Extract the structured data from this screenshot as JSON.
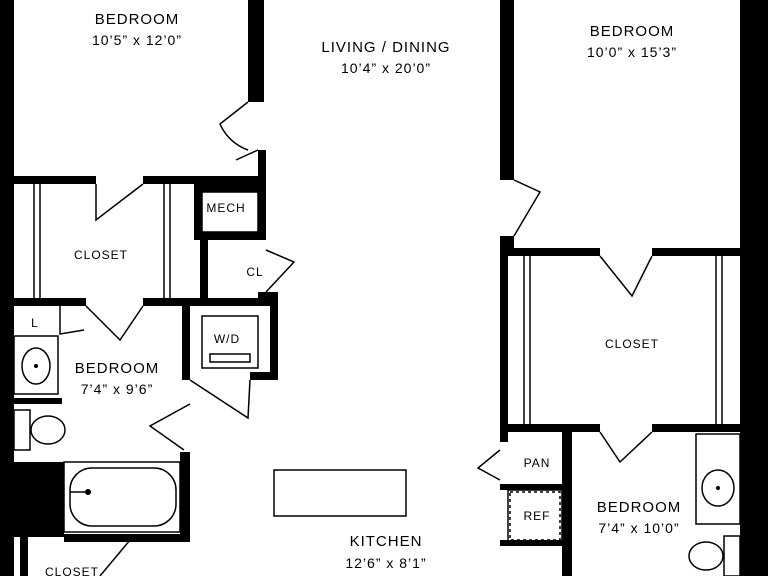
{
  "rooms": {
    "bedroom_tl": {
      "name": "BEDROOM",
      "dims": "10’5” x 12’0”"
    },
    "living": {
      "name": "LIVING / DINING",
      "dims": "10’4” x 20’0”"
    },
    "bedroom_tr": {
      "name": "BEDROOM",
      "dims": "10’0” x 15’3”"
    },
    "closet_left": {
      "name": "CLOSET"
    },
    "mech": {
      "name": "MECH"
    },
    "cl": {
      "name": "CL"
    },
    "l": {
      "name": "L"
    },
    "wd": {
      "name": "W/D"
    },
    "bedroom_ml": {
      "name": "BEDROOM",
      "dims": "7’4” x 9’6”"
    },
    "closet_right": {
      "name": "CLOSET"
    },
    "pan": {
      "name": "PAN"
    },
    "ref": {
      "name": "REF"
    },
    "bedroom_br": {
      "name": "BEDROOM",
      "dims": "7’4” x 10’0”"
    },
    "kitchen": {
      "name": "KITCHEN",
      "dims": "12’6” x 8’1”"
    },
    "closet_bl": {
      "name": "CLOSET"
    }
  },
  "colors": {
    "wall": "#000000",
    "background": "#ffffff"
  }
}
